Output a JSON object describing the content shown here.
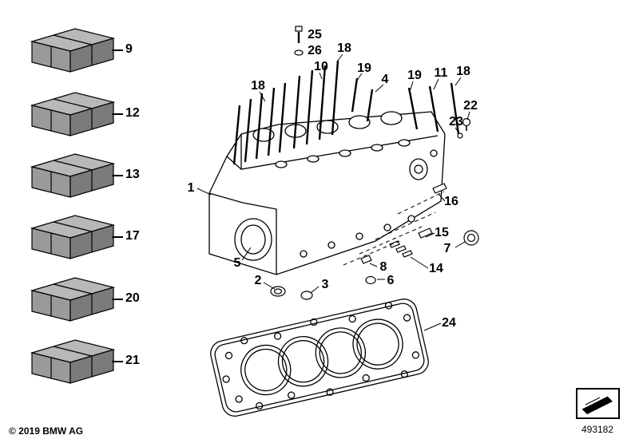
{
  "footer": {
    "copyright": "© 2019 BMW AG",
    "diagram_number": "493182"
  },
  "colors": {
    "background": "#ffffff",
    "line": "#000000",
    "box_top": "#b8b8b8",
    "box_front": "#9a9a9a",
    "box_side": "#7b7b7b"
  },
  "icons": {
    "thumbnail": "hatched-wedge-icon",
    "package": "parts-package-box-icon"
  },
  "boxes": [
    {
      "label": "9"
    },
    {
      "label": "12"
    },
    {
      "label": "13"
    },
    {
      "label": "17"
    },
    {
      "label": "20"
    },
    {
      "label": "21"
    }
  ],
  "callouts": [
    {
      "label": "25"
    },
    {
      "label": "26"
    },
    {
      "label": "10"
    },
    {
      "label": "18"
    },
    {
      "label": "19"
    },
    {
      "label": "4"
    },
    {
      "label": "19"
    },
    {
      "label": "11"
    },
    {
      "label": "18"
    },
    {
      "label": "22"
    },
    {
      "label": "23"
    },
    {
      "label": "18"
    },
    {
      "label": "1"
    },
    {
      "label": "16"
    },
    {
      "label": "15"
    },
    {
      "label": "7"
    },
    {
      "label": "5"
    },
    {
      "label": "2"
    },
    {
      "label": "3"
    },
    {
      "label": "8"
    },
    {
      "label": "6"
    },
    {
      "label": "14"
    },
    {
      "label": "24"
    }
  ]
}
